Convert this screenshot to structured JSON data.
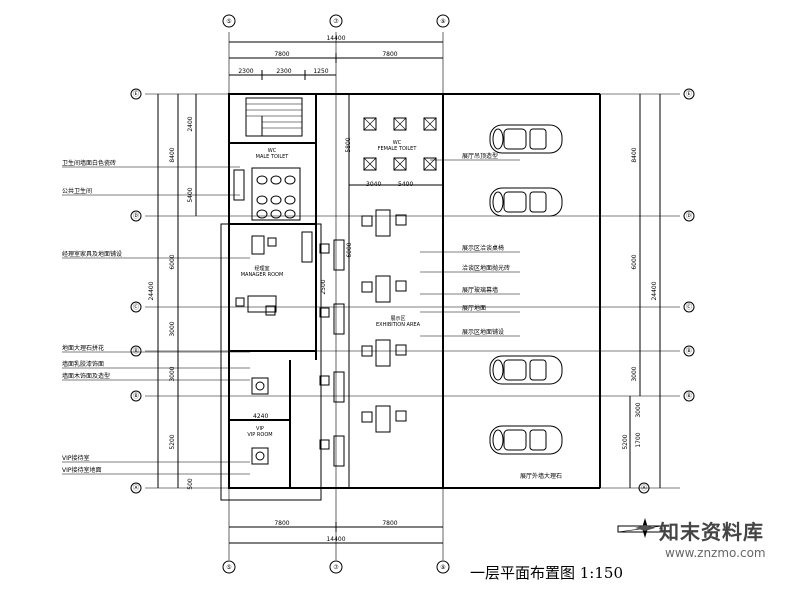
{
  "drawing": {
    "caption": "一层平面布置图 1:150",
    "axes": {
      "cols": [
        "⑤",
        "⑦",
        "⑨"
      ],
      "rows": [
        "Ⓔ",
        "Ⓓ",
        "Ⓒ",
        "Ⓑ",
        "Ⓑ",
        "Ⓐ"
      ]
    },
    "dims_top": [
      "14400",
      "7800",
      "7800",
      "2300",
      "2300",
      "1250"
    ],
    "dims_bottom": [
      "7800",
      "7800",
      "14400"
    ],
    "dims_left": [
      "8400",
      "5400",
      "6000",
      "3000",
      "3000",
      "5200",
      "500",
      "2400",
      "24400"
    ],
    "dims_right": [
      "8400",
      "6000",
      "3000",
      "24400",
      "5200",
      "1700",
      "3000"
    ],
    "dims_inner": [
      "5800",
      "3040",
      "5400",
      "6000",
      "2500",
      "4240"
    ],
    "rooms": [
      {
        "name": "WC",
        "sub": "MALE TOILET"
      },
      {
        "name": "WC",
        "sub": "FEMALE TOILET"
      },
      {
        "name": "展示区",
        "sub": "EXHIBITION AREA"
      },
      {
        "name": "经理室",
        "sub": "MANAGER ROOM"
      },
      {
        "name": "VIP",
        "sub": "VIP ROOM"
      }
    ],
    "notes_left": [
      "卫生间墙面白色瓷砖",
      "公共卫生间",
      "经理室家具及地面铺设",
      "地面大理石拼花",
      "墙面乳胶漆饰面",
      "墙面木饰面及造型",
      "VIP接待室",
      "VIP接待室地面"
    ],
    "notes_right": [
      "展厅吊顶造型",
      "展示区洽谈桌椅",
      "洽谈区地面抛光砖",
      "展厅玻璃幕墙",
      "展厅地面",
      "展示区地面铺设"
    ],
    "note_bottom": "展厅外墙大理石"
  },
  "watermark": {
    "title": "知末资料库",
    "url": "www.znzmo.com"
  }
}
